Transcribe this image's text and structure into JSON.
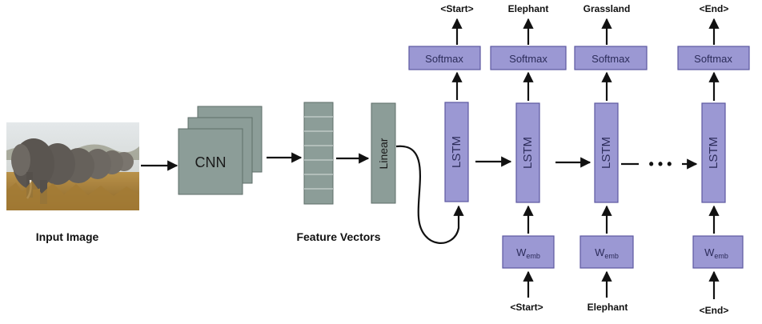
{
  "labels": {
    "input_image": "Input Image",
    "feature_vectors": "Feature Vectors",
    "cnn": "CNN",
    "linear": "Linear",
    "lstm": "LSTM",
    "softmax": "Softmax",
    "w_main": "W",
    "w_sub": "emb",
    "ellipsis": "• • •"
  },
  "outputs": [
    "<Start>",
    "Elephant",
    "Grassland",
    "<End>"
  ],
  "inputs": [
    "<Start>",
    "Elephant",
    "<End>"
  ],
  "colors": {
    "gray_block": "#8c9d98",
    "gray_border": "#5e6e69",
    "purple_fill": "#9b98d3",
    "purple_border": "#5c58a0",
    "arrow": "#111111",
    "photo_sky": "#d7dcdf",
    "photo_grass": "#b58a3a",
    "elephant": "#6b6762"
  }
}
